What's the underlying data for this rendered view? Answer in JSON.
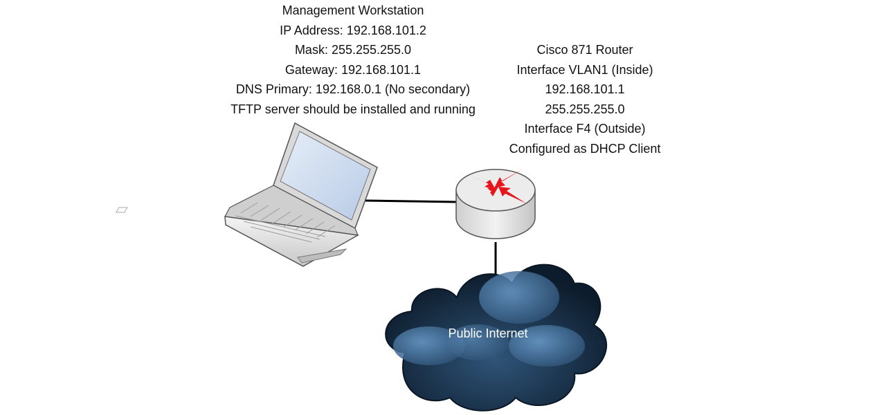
{
  "workstation": {
    "lines": [
      "Management Workstation",
      "IP Address:  192.168.101.2",
      "Mask:  255.255.255.0",
      "Gateway:  192.168.101.1",
      "DNS Primary:  192.168.0.1 (No secondary)",
      "TFTP server should be installed and running"
    ]
  },
  "router": {
    "lines": [
      "Cisco 871 Router",
      "Interface VLAN1 (Inside)",
      "192.168.101.1",
      "255.255.255.0",
      "Interface F4 (Outside)",
      "Configured as DHCP Client"
    ]
  },
  "cloud": {
    "label": "Public Internet"
  },
  "colors": {
    "router_arrows": "#e8141c",
    "cloud_fill": "#1f3c5a",
    "cloud_highlight": "#5c8fc0",
    "laptop_screen": "#cfdcf0",
    "link": "#000000"
  }
}
